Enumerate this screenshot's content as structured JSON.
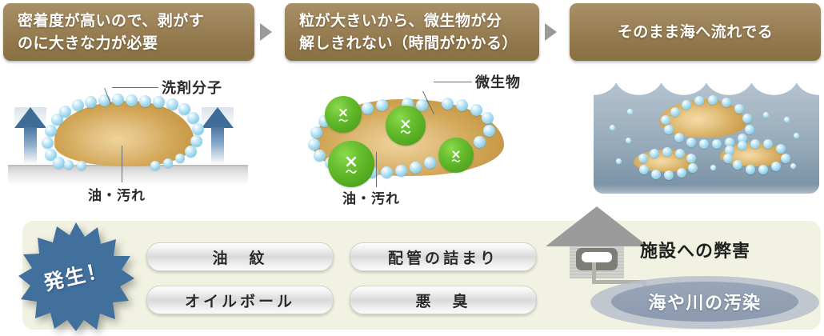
{
  "header": {
    "steps": [
      {
        "text": "密着度が高いので、剥がす\nのに大きな力が必要"
      },
      {
        "text": "粒が大きいから、微生物が分\n解しきれない（時間がかかる）"
      },
      {
        "text": "そのまま海へ流れでる"
      }
    ],
    "arrow_icon": "triangle-right-icon"
  },
  "illustrations": {
    "panel1": {
      "label_top": "洗剤分子",
      "label_bottom": "油・汚れ",
      "arrow_icon": "arrow-up-icon",
      "molecule_count": 24
    },
    "panel2": {
      "label_top": "微生物",
      "label_bottom": "油・汚れ",
      "microbe_face": "×",
      "microbe_mouth": "〜",
      "microbe_count": 4,
      "molecule_count": 24
    },
    "panel3": {
      "blob_count": 3,
      "speck_count": 9
    }
  },
  "bottom": {
    "burst_label": "発生！",
    "consequences": [
      "油　紋",
      "オイルボール",
      "配管の詰まり",
      "悪　臭"
    ],
    "facility_harm_label": "施設への弊害",
    "pollution_label": "海や川の汚染",
    "house_icon": "factory-house-icon"
  },
  "colors": {
    "banner_brown": "#9c8257",
    "band_cream": "#f2f2e2",
    "oil_gold": "#d7ae62",
    "molecule_blue": "#9dd6ee",
    "microbe_green": "#68bf2f",
    "sea_blue": "#92a7b7",
    "burst_blue": "#41709c",
    "arrow_gray": "#9a9a9a"
  }
}
